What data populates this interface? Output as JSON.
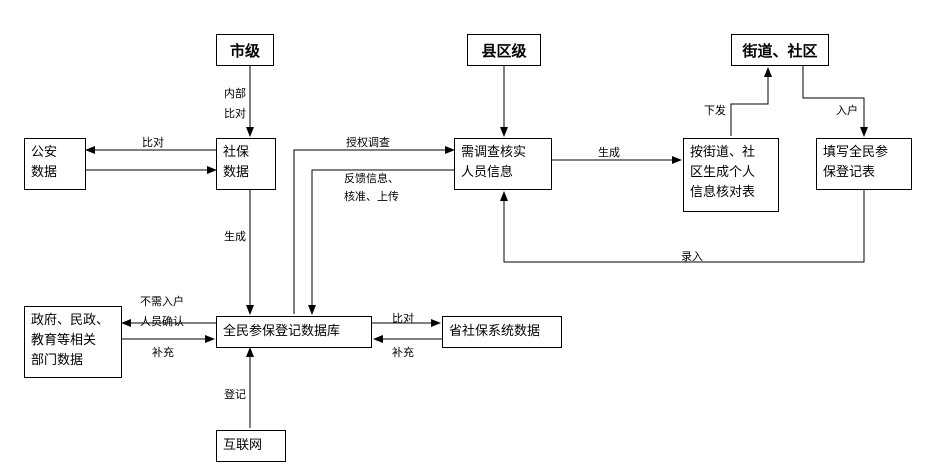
{
  "nodes": {
    "city": "市级",
    "county": "县区级",
    "street": "街道、社区",
    "police": "公安\n数据",
    "social": "社保\n数据",
    "survey": "需调查核实\n人员信息",
    "checklist": "按街道、社\n区生成个人\n信息核对表",
    "fillform": "填写全民参\n保登记表",
    "gov": "政府、民政、\n教育等相关\n部门数据",
    "database": "全民参保登记数据库",
    "province": "省社保系统数据",
    "internet": "互联网"
  },
  "edges": {
    "internal_compare": "内部\n比对",
    "compare_police": "比对",
    "authorize": "授权调查",
    "feedback": "反馈信息、\n核准、上传",
    "generate_checklist": "生成",
    "issue": "下发",
    "enter_household": "入户",
    "generate_db": "生成",
    "record": "录入",
    "no_visit": "不需入户\n人员确认",
    "supplement_gov": "补充",
    "compare_province": "比对",
    "supplement_prov": "补充",
    "register": "登记"
  }
}
